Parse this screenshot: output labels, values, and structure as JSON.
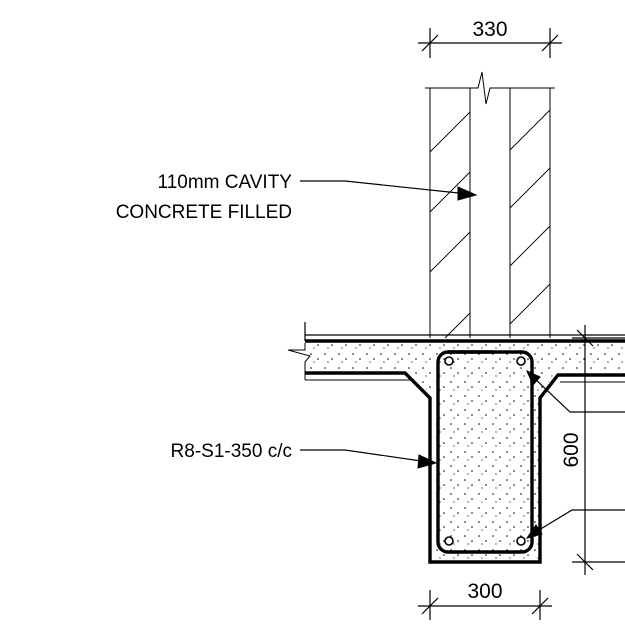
{
  "dimensions": {
    "wall_width": "330",
    "beam_width": "300",
    "beam_depth": "600"
  },
  "annotations": {
    "cavity_line1": "110mm CAVITY",
    "cavity_line2": "CONCRETE FILLED",
    "stirrup": "R8-S1-350 c/c"
  },
  "colors": {
    "line": "#000000",
    "background": "#ffffff"
  }
}
